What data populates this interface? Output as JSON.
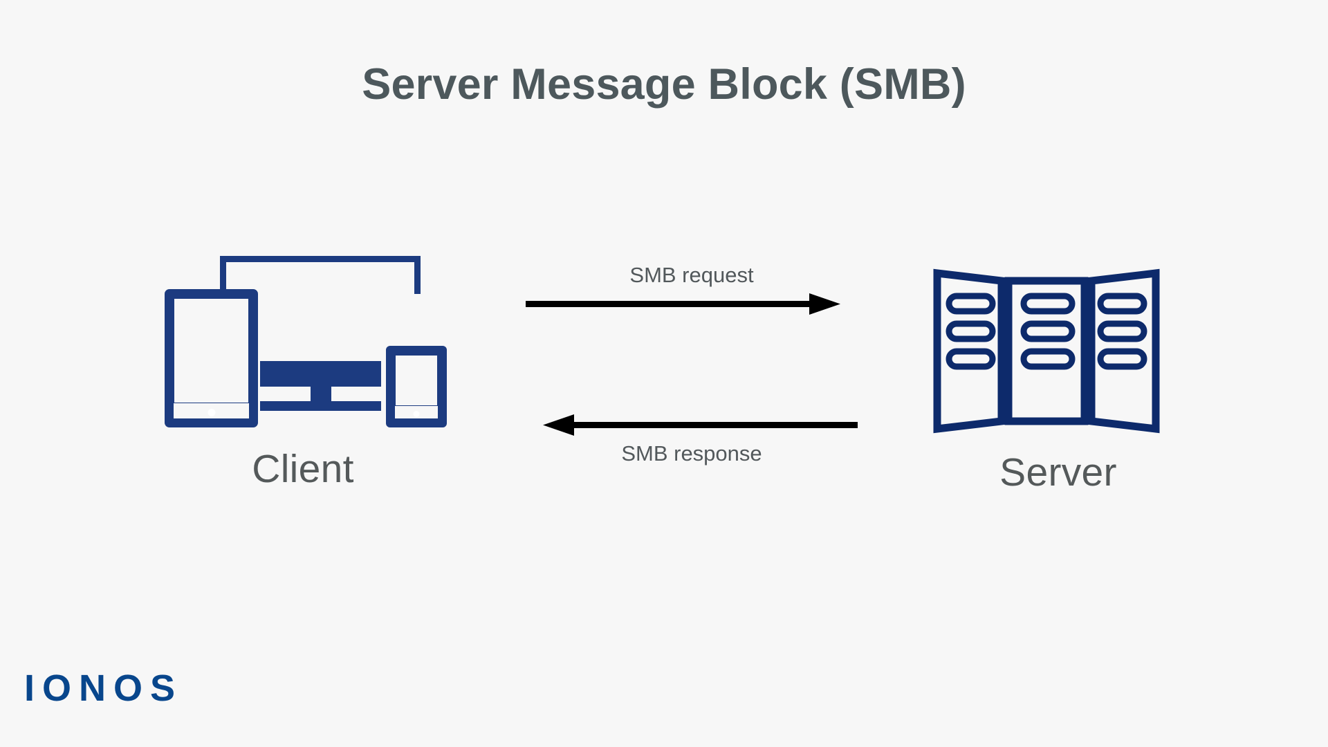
{
  "page": {
    "background_color": "#f7f7f7",
    "title": "Server Message Block (SMB)",
    "title_color": "#4d585c"
  },
  "diagram": {
    "type": "sequence-flow",
    "accent_blue": "#1c3b80",
    "server_blue": "#0d2a6b",
    "arrow_color": "#000000",
    "label_color": "#52585b",
    "client": {
      "label": "Client",
      "icon": "client-devices-icon",
      "devices": [
        "tablet",
        "desktop-monitor",
        "smartphone"
      ]
    },
    "server": {
      "label": "Server",
      "icon": "server-rack-icon",
      "panels": 3,
      "slots_per_panel": 3
    },
    "messages": [
      {
        "label": "SMB request",
        "direction": "client-to-server",
        "icon": "arrow-right-icon"
      },
      {
        "label": "SMB response",
        "direction": "server-to-client",
        "icon": "arrow-left-icon"
      }
    ]
  },
  "branding": {
    "logo_text": "IONOS",
    "logo_color": "#08468c"
  }
}
